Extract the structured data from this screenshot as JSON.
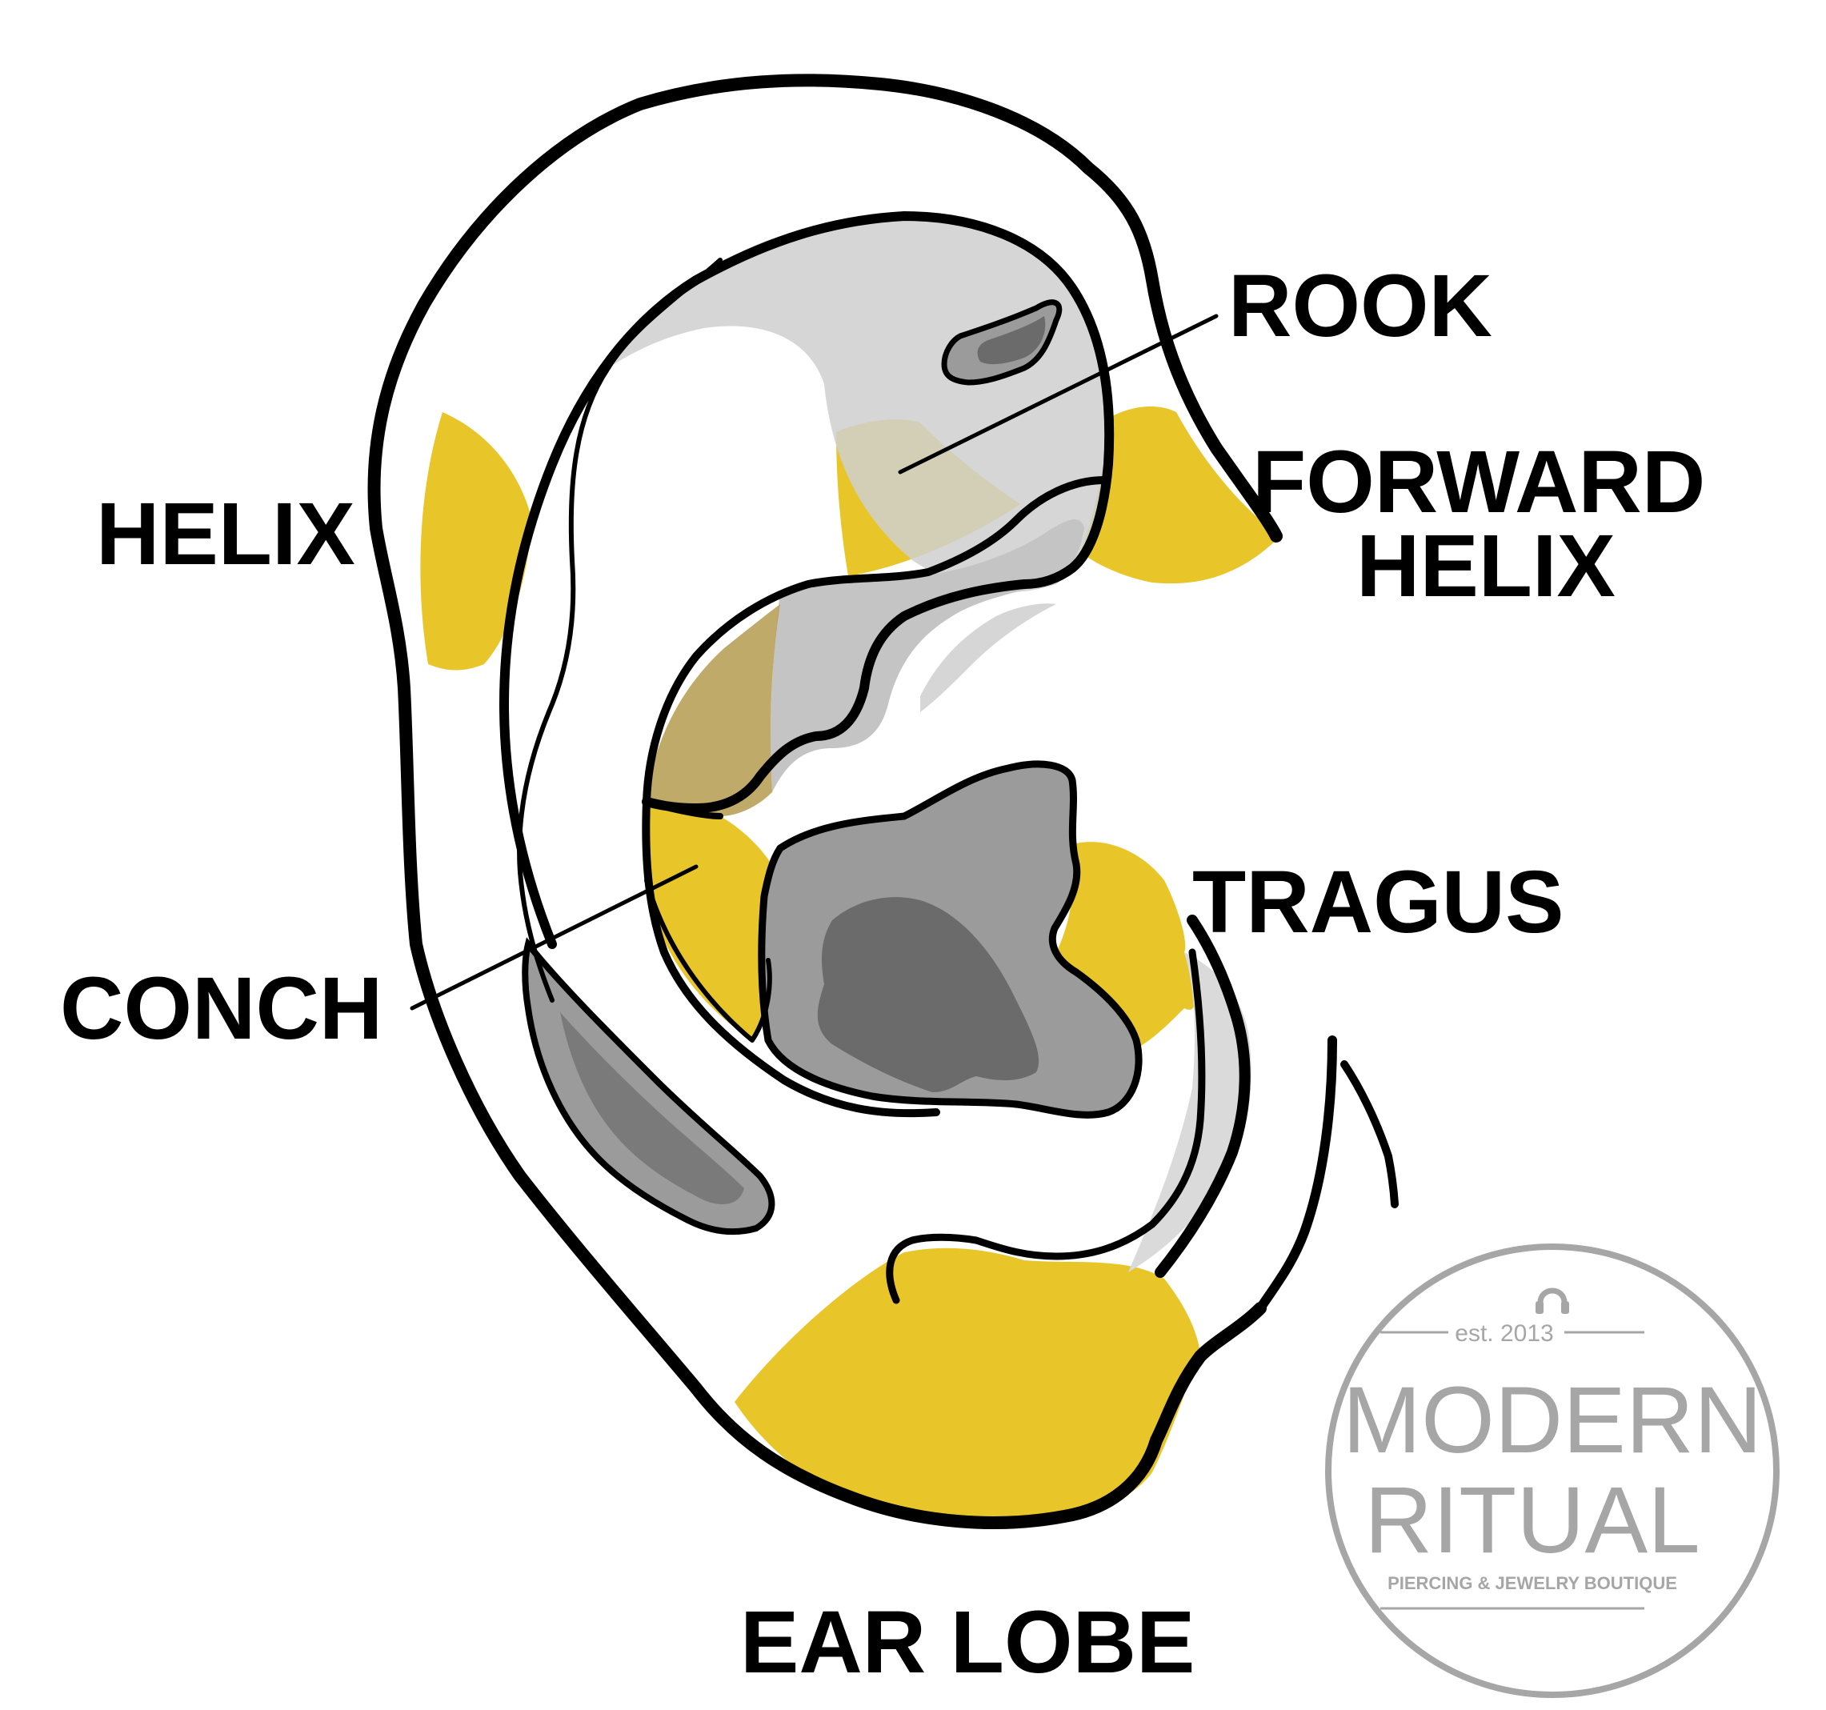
{
  "labels": {
    "rook": "ROOK",
    "forward_helix_line1": "FORWARD",
    "forward_helix_line2": "HELIX",
    "helix": "HELIX",
    "tragus": "TRAGUS",
    "conch": "CONCH",
    "ear_lobe": "EAR LOBE"
  },
  "logo": {
    "established": "est. 2013",
    "brand_line1": "MODERN",
    "brand_line2": "RITUAL",
    "tagline": "PIERCING & JEWELRY BOUTIQUE",
    "icon": "headphones-icon"
  },
  "colors": {
    "highlight": "#E8C62A",
    "outline": "#000000",
    "shade_light": "#CFCFCF",
    "shade_mid": "#9B9B9B",
    "shade_dark": "#6B6B6B",
    "logo_gray": "#A6A6A6"
  }
}
